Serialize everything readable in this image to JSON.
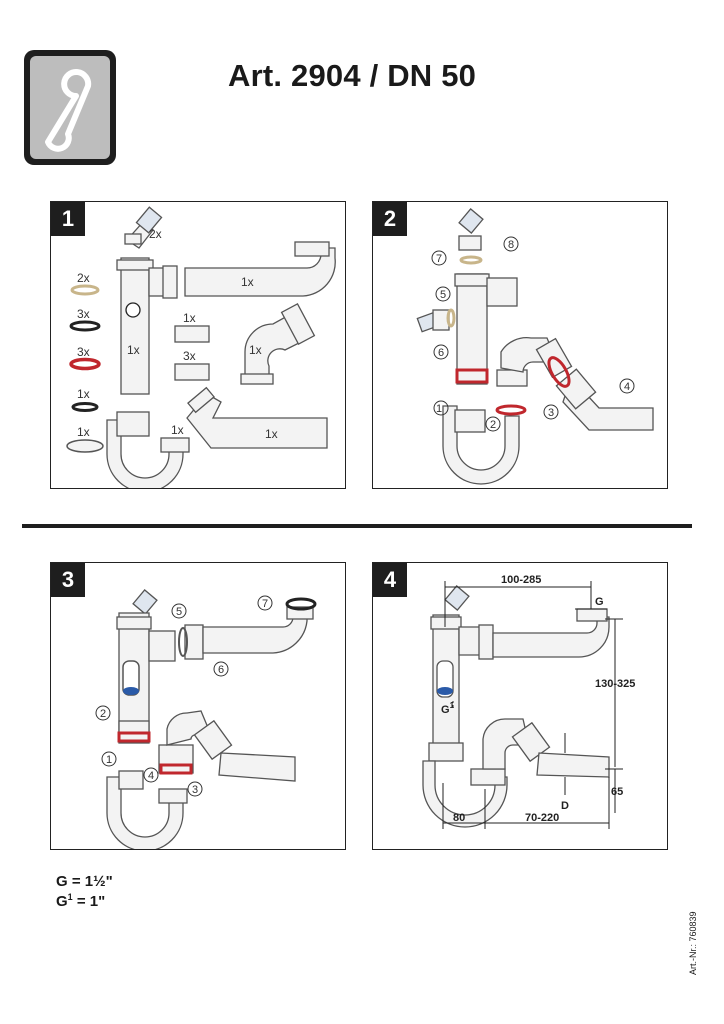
{
  "header": {
    "title": "Art. 2904 / DN 50",
    "icon": "wrench-icon"
  },
  "steps": [
    "1",
    "2",
    "3",
    "4"
  ],
  "panel1": {
    "counts": {
      "elbow": "2x",
      "ring_beige": "2x",
      "ring_black": "3x",
      "ring_red": "3x",
      "ring_black_small": "1x",
      "washer": "1x",
      "tee_body": "1x",
      "nut_top": "1x",
      "nut_bottom": "3x",
      "trap": "1x",
      "tube_long": "1x",
      "angle_connector": "1x",
      "bend_tube": "1x"
    }
  },
  "panel2": {
    "callouts": [
      "1",
      "2",
      "3",
      "4",
      "5",
      "6",
      "7",
      "8"
    ]
  },
  "panel3": {
    "callouts": [
      "1",
      "2",
      "3",
      "4",
      "5",
      "6",
      "7"
    ]
  },
  "panel4": {
    "dim_top": "100-285",
    "dim_g": "G",
    "dim_vertical": "130-325",
    "dim_g1": "G",
    "dim_g1_sup": "1",
    "dim_d": "D",
    "dim_65": "65",
    "dim_80": "80",
    "dim_range": "70-220"
  },
  "specs": {
    "g_line": "G = 1½\"",
    "g1_prefix": "G",
    "g1_sup": "1",
    "g1_rest": " = 1\""
  },
  "article_number": "Art.-Nr.: 760839",
  "colors": {
    "dark": "#1e1e1e",
    "red_seal": "#c0272d",
    "blue_cap": "#2a5aa8",
    "beige_seal": "#c8b58a",
    "part_fill": "#f3f3f3"
  }
}
